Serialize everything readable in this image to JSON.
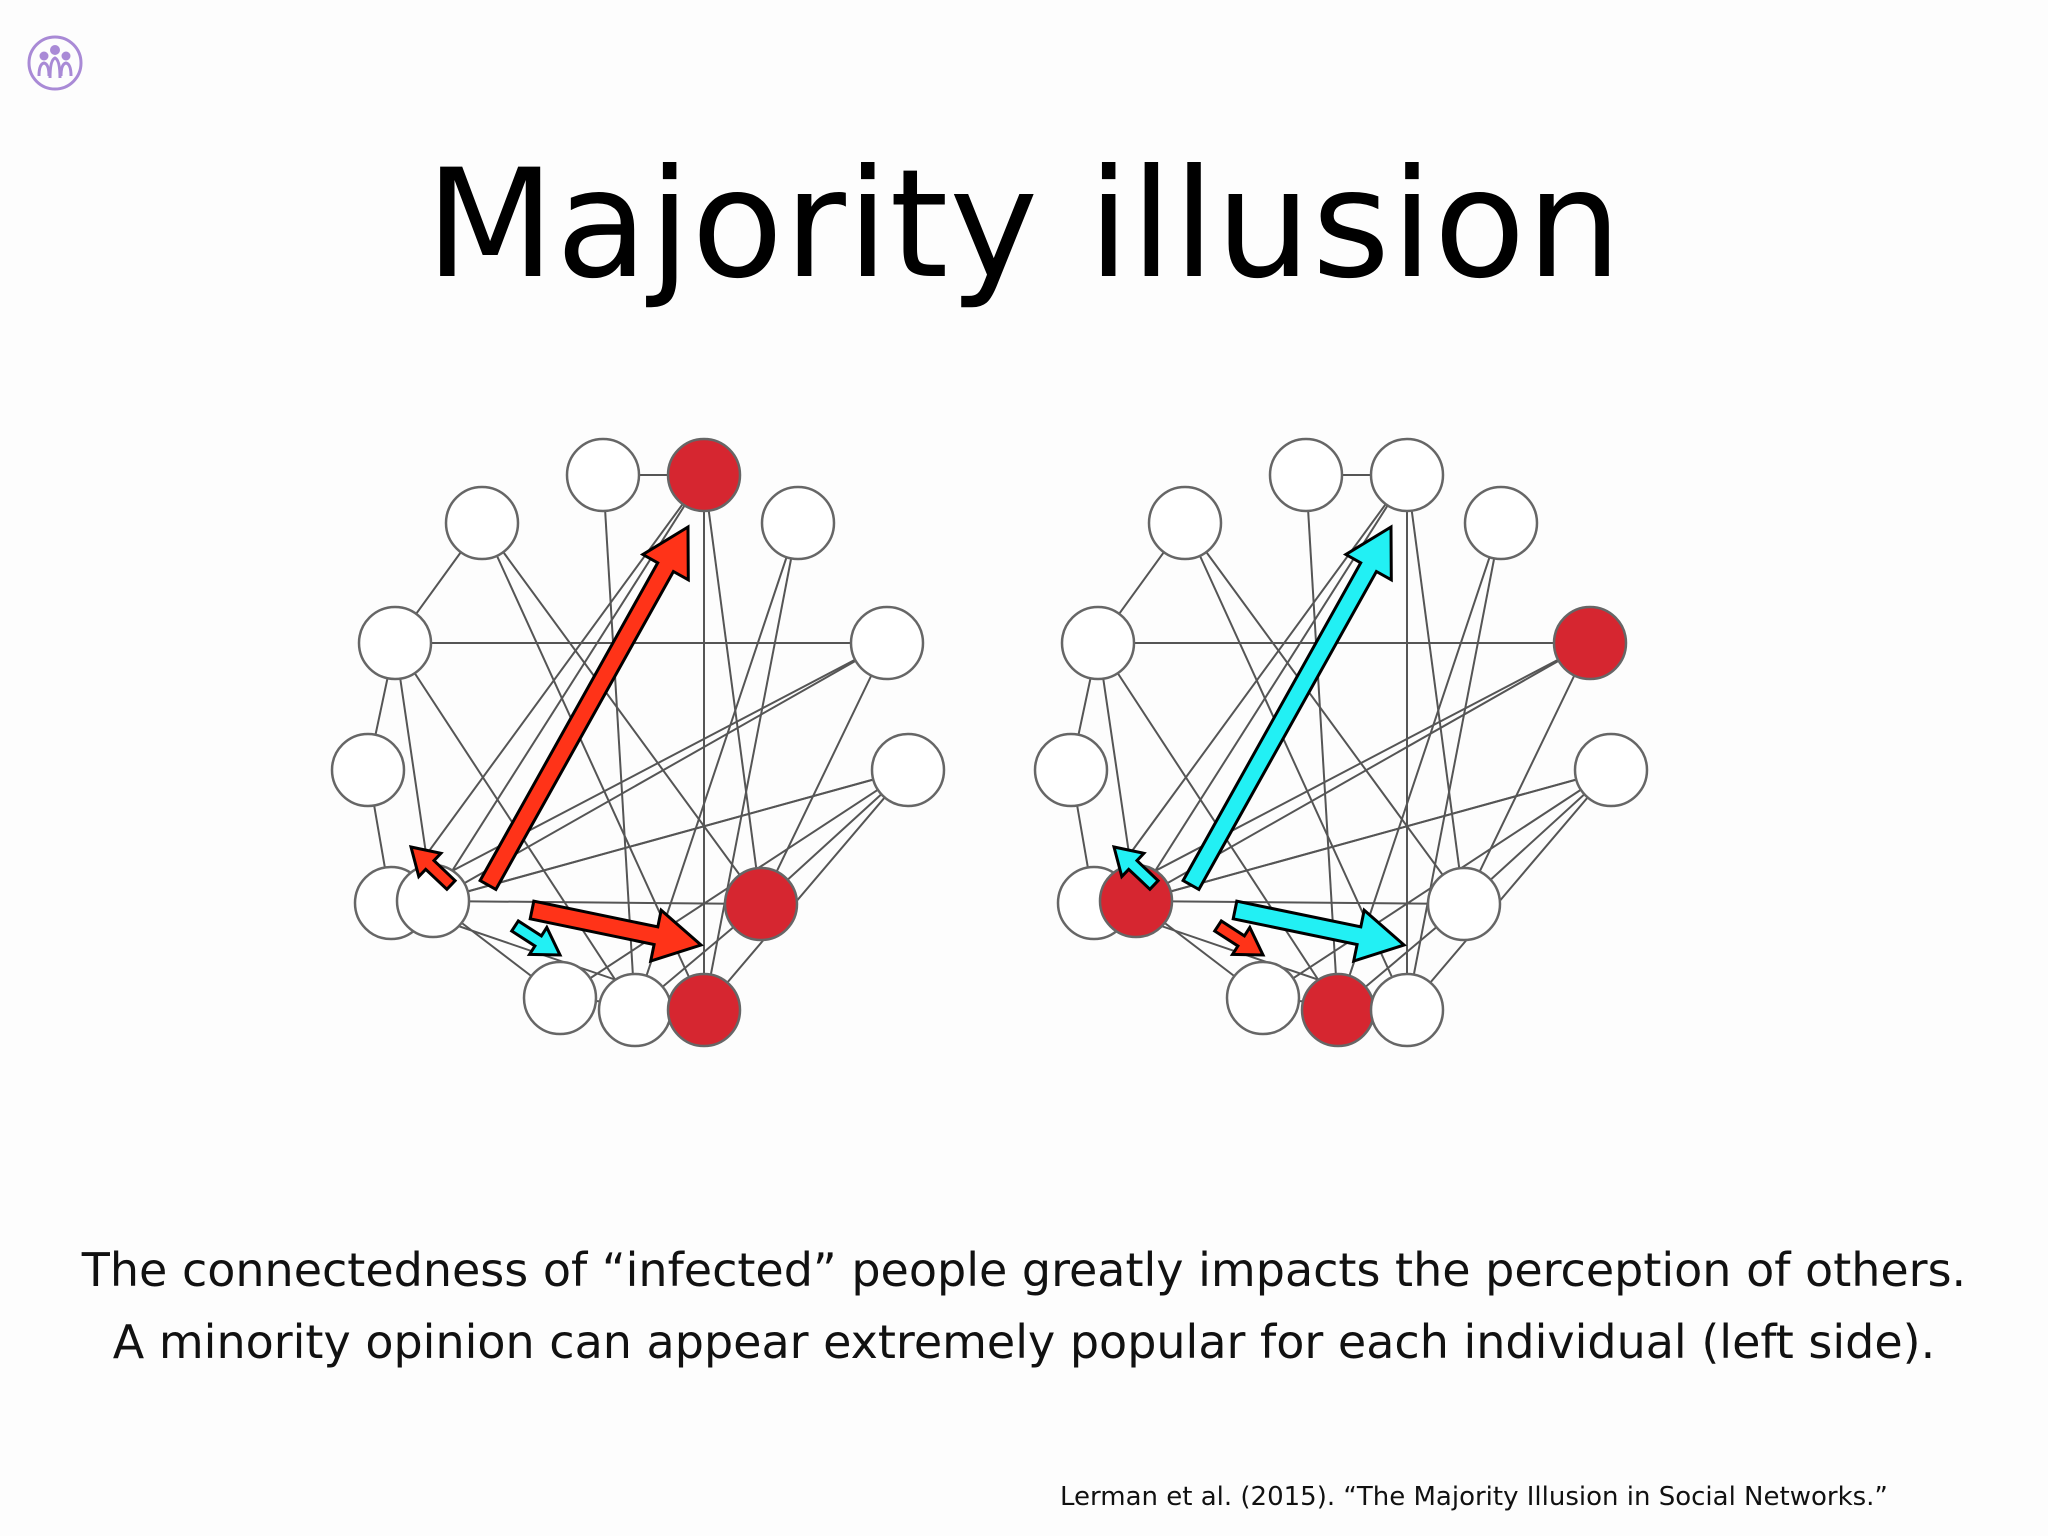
{
  "title": "Majority illusion",
  "caption": {
    "line1": "The connectedness of “infected” people greatly impacts the perception of others.",
    "line2": "A minority opinion can appear extremely popular for each individual (left side)."
  },
  "citation": "Lerman et al. (2015). “The Majority Illusion in Social Networks.”",
  "logo_icon": "people-group-icon",
  "colors": {
    "infected_node": "#d62630",
    "uninfected_node": "#ffffff",
    "node_stroke": "#666666",
    "edge": "#555555",
    "arrow_red": "#ff3318",
    "arrow_cyan": "#22f0f4",
    "logo": "#a98ad6"
  },
  "networks": [
    {
      "name": "left-network",
      "infected_nodes": [
        1,
        11,
        13
      ],
      "arrows": [
        {
          "to": 1,
          "color": "red",
          "weight": "heavy"
        },
        {
          "to": 13,
          "color": "red",
          "weight": "heavy"
        },
        {
          "to": 11,
          "color": "red",
          "weight": "light"
        },
        {
          "to": 12,
          "color": "cyan",
          "weight": "light"
        }
      ]
    },
    {
      "name": "right-network",
      "infected_nodes": [
        10,
        5,
        12
      ],
      "arrows": [
        {
          "to": 1,
          "color": "cyan",
          "weight": "heavy"
        },
        {
          "to": 13,
          "color": "cyan",
          "weight": "heavy"
        },
        {
          "to": 11,
          "color": "cyan",
          "weight": "light"
        },
        {
          "to": 12,
          "color": "red",
          "weight": "light"
        }
      ]
    }
  ]
}
